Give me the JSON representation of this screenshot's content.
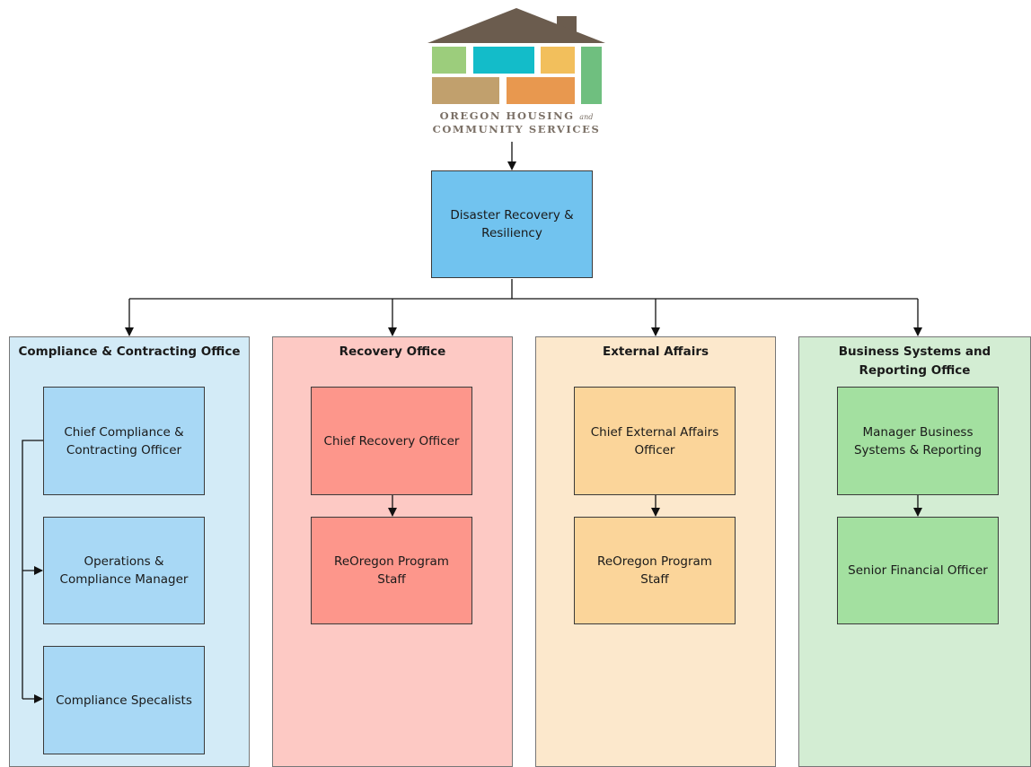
{
  "logo": {
    "line1": "OREGON HOUSING",
    "line1_small": "and",
    "line2": "COMMUNITY SERVICES"
  },
  "root": {
    "label": "Disaster Recovery & Resiliency"
  },
  "panels": [
    {
      "title": "Compliance & Contracting Office",
      "roles": [
        "Chief Compliance & Contracting Officer",
        "Operations & Compliance Manager",
        "Compliance Specalists"
      ]
    },
    {
      "title": "Recovery Office",
      "roles": [
        "Chief Recovery Officer",
        "ReOregon Program Staff"
      ]
    },
    {
      "title": "External Affairs",
      "roles": [
        "Chief External Affairs Officer",
        "ReOregon Program Staff"
      ]
    },
    {
      "title": "Business Systems and Reporting Office",
      "roles": [
        "Manager Business Systems & Reporting",
        "Senior Financial Officer"
      ]
    }
  ],
  "colors": {
    "root": "#71c3ef",
    "compliance_panel": "#d3ebf7",
    "compliance_box": "#a8d8f5",
    "recovery_panel": "#fdc9c4",
    "recovery_box": "#fd968b",
    "external_panel": "#fce8cc",
    "external_box": "#fbd59a",
    "business_panel": "#d3edd3",
    "business_box": "#a3e0a0"
  }
}
